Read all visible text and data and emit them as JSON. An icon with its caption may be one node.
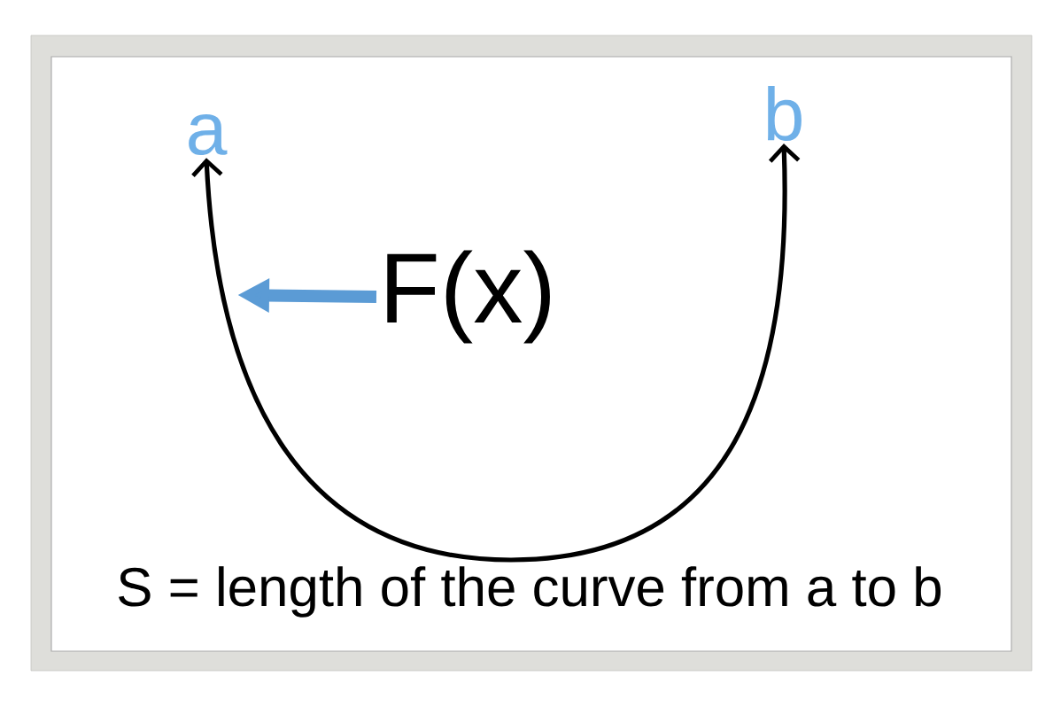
{
  "diagram": {
    "nodes": [
      {
        "text": [
          "a"
        ]
      },
      {
        "text": [
          "b"
        ]
      },
      {
        "text": [
          "F(x)"
        ]
      }
    ],
    "edges": [
      {
        "from": 0,
        "to": 1,
        "arrow": "both"
      },
      {
        "from": 2,
        "to": null,
        "arrow": "to",
        "style": "thick",
        "color": "#5b9bd5"
      }
    ],
    "labels": [
      "S = length of the curve from a to b"
    ]
  }
}
